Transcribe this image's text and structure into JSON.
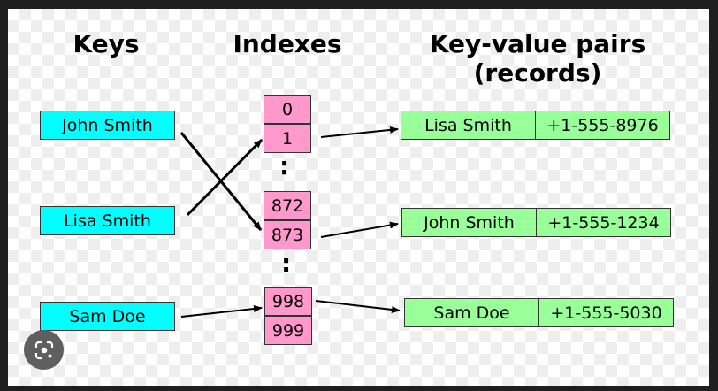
{
  "headings": {
    "keys": "Keys",
    "indexes": "Indexes",
    "records_line1": "Key-value pairs",
    "records_line2": "(records)"
  },
  "keys": [
    "John Smith",
    "Lisa Smith",
    "Sam Doe"
  ],
  "indexes": [
    "0",
    "1",
    "872",
    "873",
    "998",
    "999"
  ],
  "ellipsis": ":",
  "records": [
    {
      "name": "Lisa Smith",
      "phone": "+1-555-8976"
    },
    {
      "name": "John Smith",
      "phone": "+1-555-1234"
    },
    {
      "name": "Sam Doe",
      "phone": "+1-555-5030"
    }
  ],
  "colors": {
    "key": "#00ffff",
    "index": "#ff99cc",
    "record": "#99ff99"
  }
}
